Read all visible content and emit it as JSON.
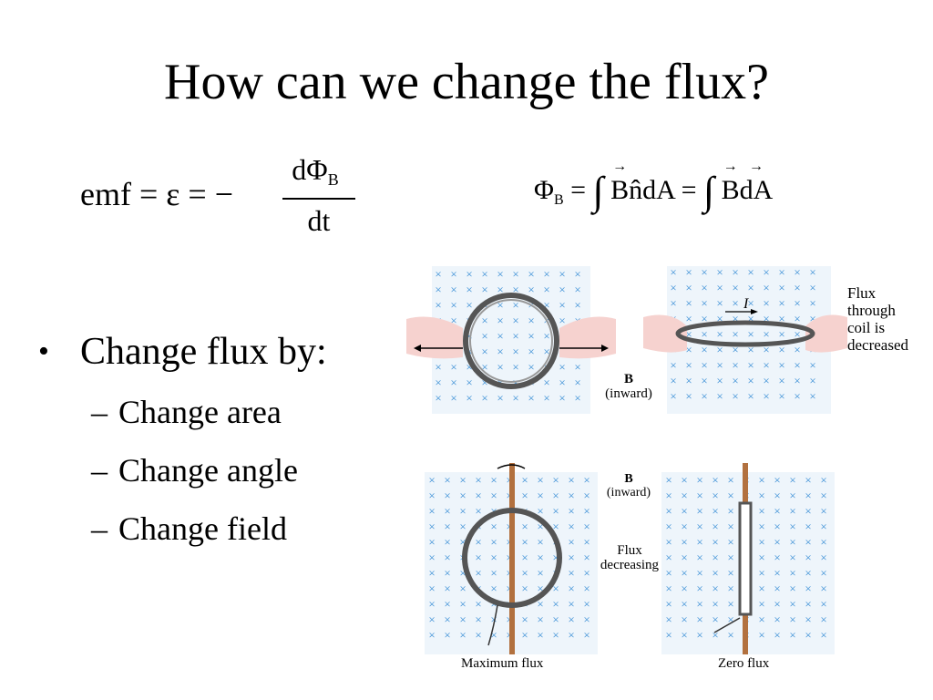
{
  "slide": {
    "title": "How can we change the flux?",
    "equation_left": {
      "lhs": "emf = ε = −",
      "numerator": "dΦ",
      "numerator_sub": "B",
      "denominator": "dt"
    },
    "equation_right": {
      "phi": "Φ",
      "phi_sub": "B",
      "eq": "=",
      "b1": "B",
      "mid": "n̂dA",
      "eq2": "=",
      "b2": "B",
      "dA": "dA",
      "box_glyph": ""
    },
    "bullet": "Change flux by:",
    "sub_bullets": [
      "Change area",
      "Change angle",
      "Change field"
    ]
  },
  "figures": {
    "top_left": {
      "b_label": "B",
      "b_note": "(inward)"
    },
    "top_right": {
      "current_label": "I",
      "caption_lines": [
        "Flux",
        "through",
        "coil is",
        "decreased"
      ]
    },
    "bottom": {
      "b_label": "B",
      "b_note": "(inward)",
      "flux_lines": [
        "Flux",
        "decreasing"
      ],
      "left_caption": "Maximum flux",
      "right_caption": "Zero flux"
    },
    "field_mark": "×"
  },
  "colors": {
    "field_mark": "#3b8fd6",
    "grid_dots": "#cfe3f5",
    "coil": "#555555",
    "hand": "#f6d2cf",
    "axle": "#b2713f"
  }
}
